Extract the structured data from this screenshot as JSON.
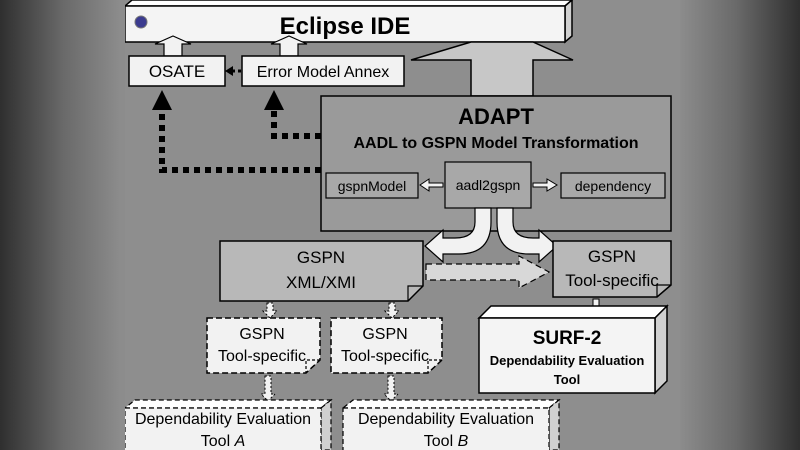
{
  "eclipse": {
    "title": "Eclipse IDE"
  },
  "osate": {
    "label": "OSATE"
  },
  "error_model": {
    "label": "Error Model Annex"
  },
  "adapt": {
    "title": "ADAPT",
    "subtitle": "AADL to GSPN Model Transformation",
    "modules": {
      "left": "gspnModel",
      "center": "aadl2gspn",
      "right": "dependency"
    }
  },
  "gspn_xml": {
    "line1": "GSPN",
    "line2": "XML/XMI"
  },
  "gspn_tool_right": {
    "line1": "GSPN",
    "line2": "Tool-specific"
  },
  "gspn_tool_a": {
    "line1": "GSPN",
    "line2": "Tool-specific"
  },
  "gspn_tool_b": {
    "line1": "GSPN",
    "line2": "Tool-specific"
  },
  "surf": {
    "title": "SURF-2",
    "line1": "Dependability Evaluation",
    "line2": "Tool"
  },
  "tool_a": {
    "line1": "Dependability Evaluation",
    "line2_prefix": "Tool ",
    "line2_italic": "A"
  },
  "tool_b": {
    "line1": "Dependability Evaluation",
    "line2_prefix": "Tool ",
    "line2_italic": "B"
  },
  "colors": {
    "box_light": "#f2f2f2",
    "box_mid": "#b5b5b5",
    "box_dark": "#969696"
  }
}
